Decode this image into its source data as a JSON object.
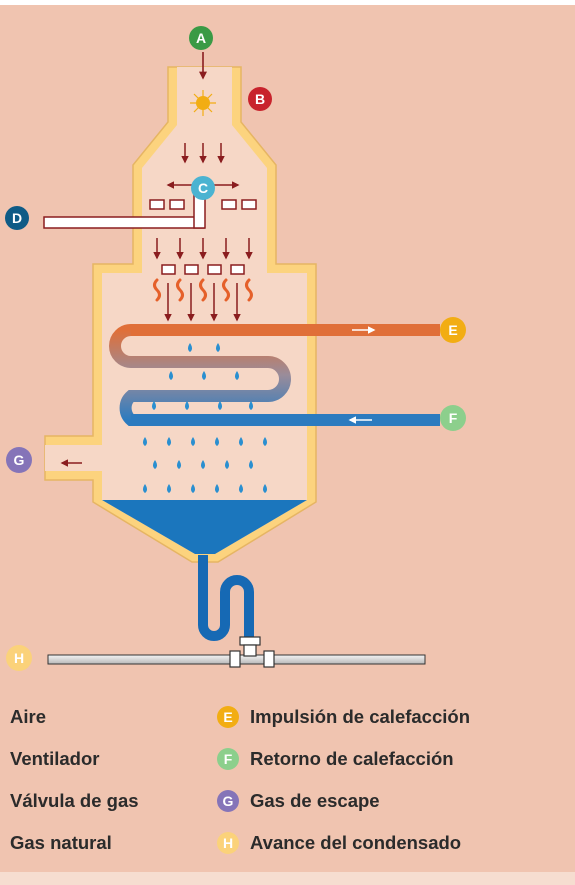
{
  "markers": {
    "A": {
      "letter": "A",
      "color": "#3a9a45"
    },
    "B": {
      "letter": "B",
      "color": "#c8232c"
    },
    "C": {
      "letter": "C",
      "color": "#4bb3d1"
    },
    "D": {
      "letter": "D",
      "color": "#0f5b86"
    },
    "E": {
      "letter": "E",
      "color": "#f2ad13"
    },
    "F": {
      "letter": "F",
      "color": "#8ccf8c"
    },
    "G": {
      "letter": "G",
      "color": "#8574b8"
    },
    "H": {
      "letter": "H",
      "color": "#fbd27a"
    }
  },
  "legend": {
    "left": [
      {
        "label": "Aire"
      },
      {
        "label": "Ventilador"
      },
      {
        "label": "Válvula de gas"
      },
      {
        "label": "Gas natural"
      }
    ],
    "right": [
      {
        "letter": "E",
        "label": "Impulsión de calefacción"
      },
      {
        "letter": "F",
        "label": "Retorno de calefacción"
      },
      {
        "letter": "G",
        "label": "Gas de escape"
      },
      {
        "letter": "H",
        "label": "Avance del condensado"
      }
    ]
  },
  "colors": {
    "background": "#f0c4b0",
    "wall": "#fcd37e",
    "interior": "#f6d7c6",
    "arrow": "#8a1d1f",
    "water": "#1b76bd",
    "flame": "#e5602a",
    "hot_pipe": "#e06f38",
    "cold_pipe": "#2c7bbf",
    "condensate": "#1669b4"
  }
}
